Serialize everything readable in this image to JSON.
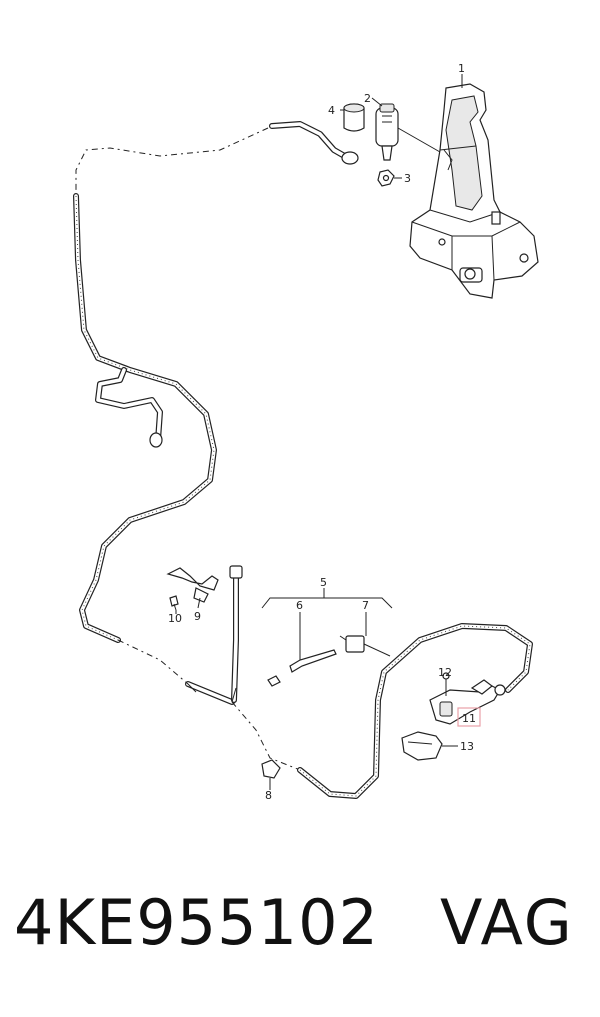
{
  "callouts": {
    "c1": "1",
    "c2": "2",
    "c3": "3",
    "c4": "4",
    "c5": "5",
    "c6": "6",
    "c7": "7",
    "c8": "8",
    "c9": "9",
    "c10": "10",
    "c11": "11",
    "c12": "12",
    "c13": "13"
  },
  "highlight_color": "#e8a0a8",
  "footer": {
    "part_number": "4KE955102",
    "brand": "VAG"
  }
}
